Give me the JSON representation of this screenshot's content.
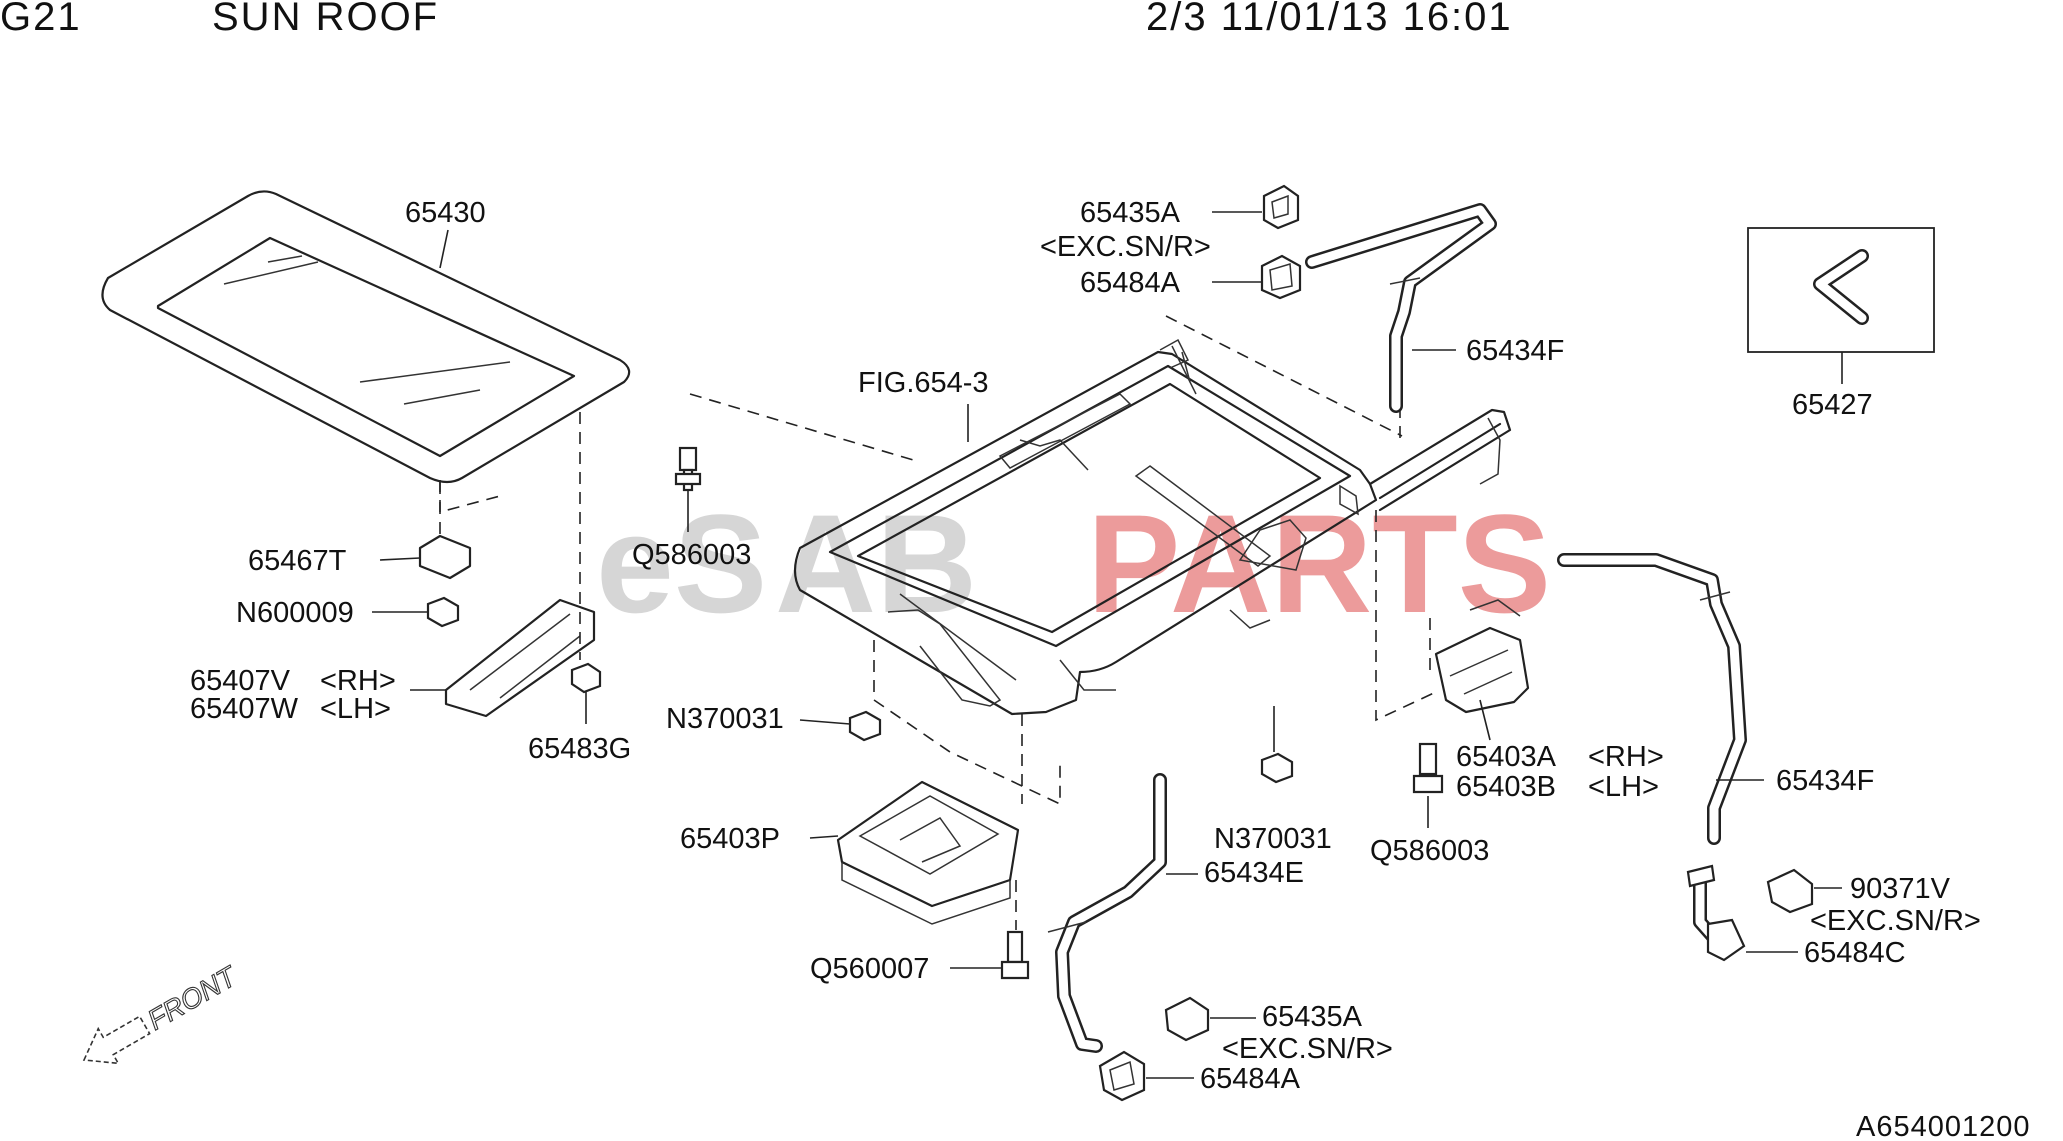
{
  "header": {
    "group": "G21",
    "title": "SUN ROOF",
    "sheet": "2/3 11/01/13 16:01"
  },
  "watermark": {
    "part1": "eS",
    "part2": "AB",
    "part3": "PARTS",
    "colors": {
      "grey": "#c8c8c8",
      "red": "#e06060"
    }
  },
  "labels": {
    "p65430": "65430",
    "p65435A_top": "65435A",
    "exc_top": "<EXC.SN/R>",
    "p65484A_top": "65484A",
    "p65434F_top": "65434F",
    "p65427": "65427",
    "fig": "FIG.654-3",
    "q586003_left": "Q586003",
    "p65467T": "65467T",
    "n600009": "N600009",
    "p65407V": "65407V",
    "rh_1": "<RH>",
    "p65407W": "65407W",
    "lh_1": "<LH>",
    "p65483G": "65483G",
    "n370031_left": "N370031",
    "p65403A": "65403A",
    "rh_2": "<RH>",
    "p65403B": "65403B",
    "lh_2": "<LH>",
    "p65434F_right": "65434F",
    "n370031_mid": "N370031",
    "q586003_right": "Q586003",
    "p65403P": "65403P",
    "p65434E": "65434E",
    "p90371V": "90371V",
    "exc_right": "<EXC.SN/R>",
    "p65484C": "65484C",
    "q560007": "Q560007",
    "p65435A_bottom": "65435A",
    "exc_bottom": "<EXC.SN/R>",
    "p65484A_bottom": "65484A",
    "front": "FRONT",
    "code": "A654001200"
  }
}
